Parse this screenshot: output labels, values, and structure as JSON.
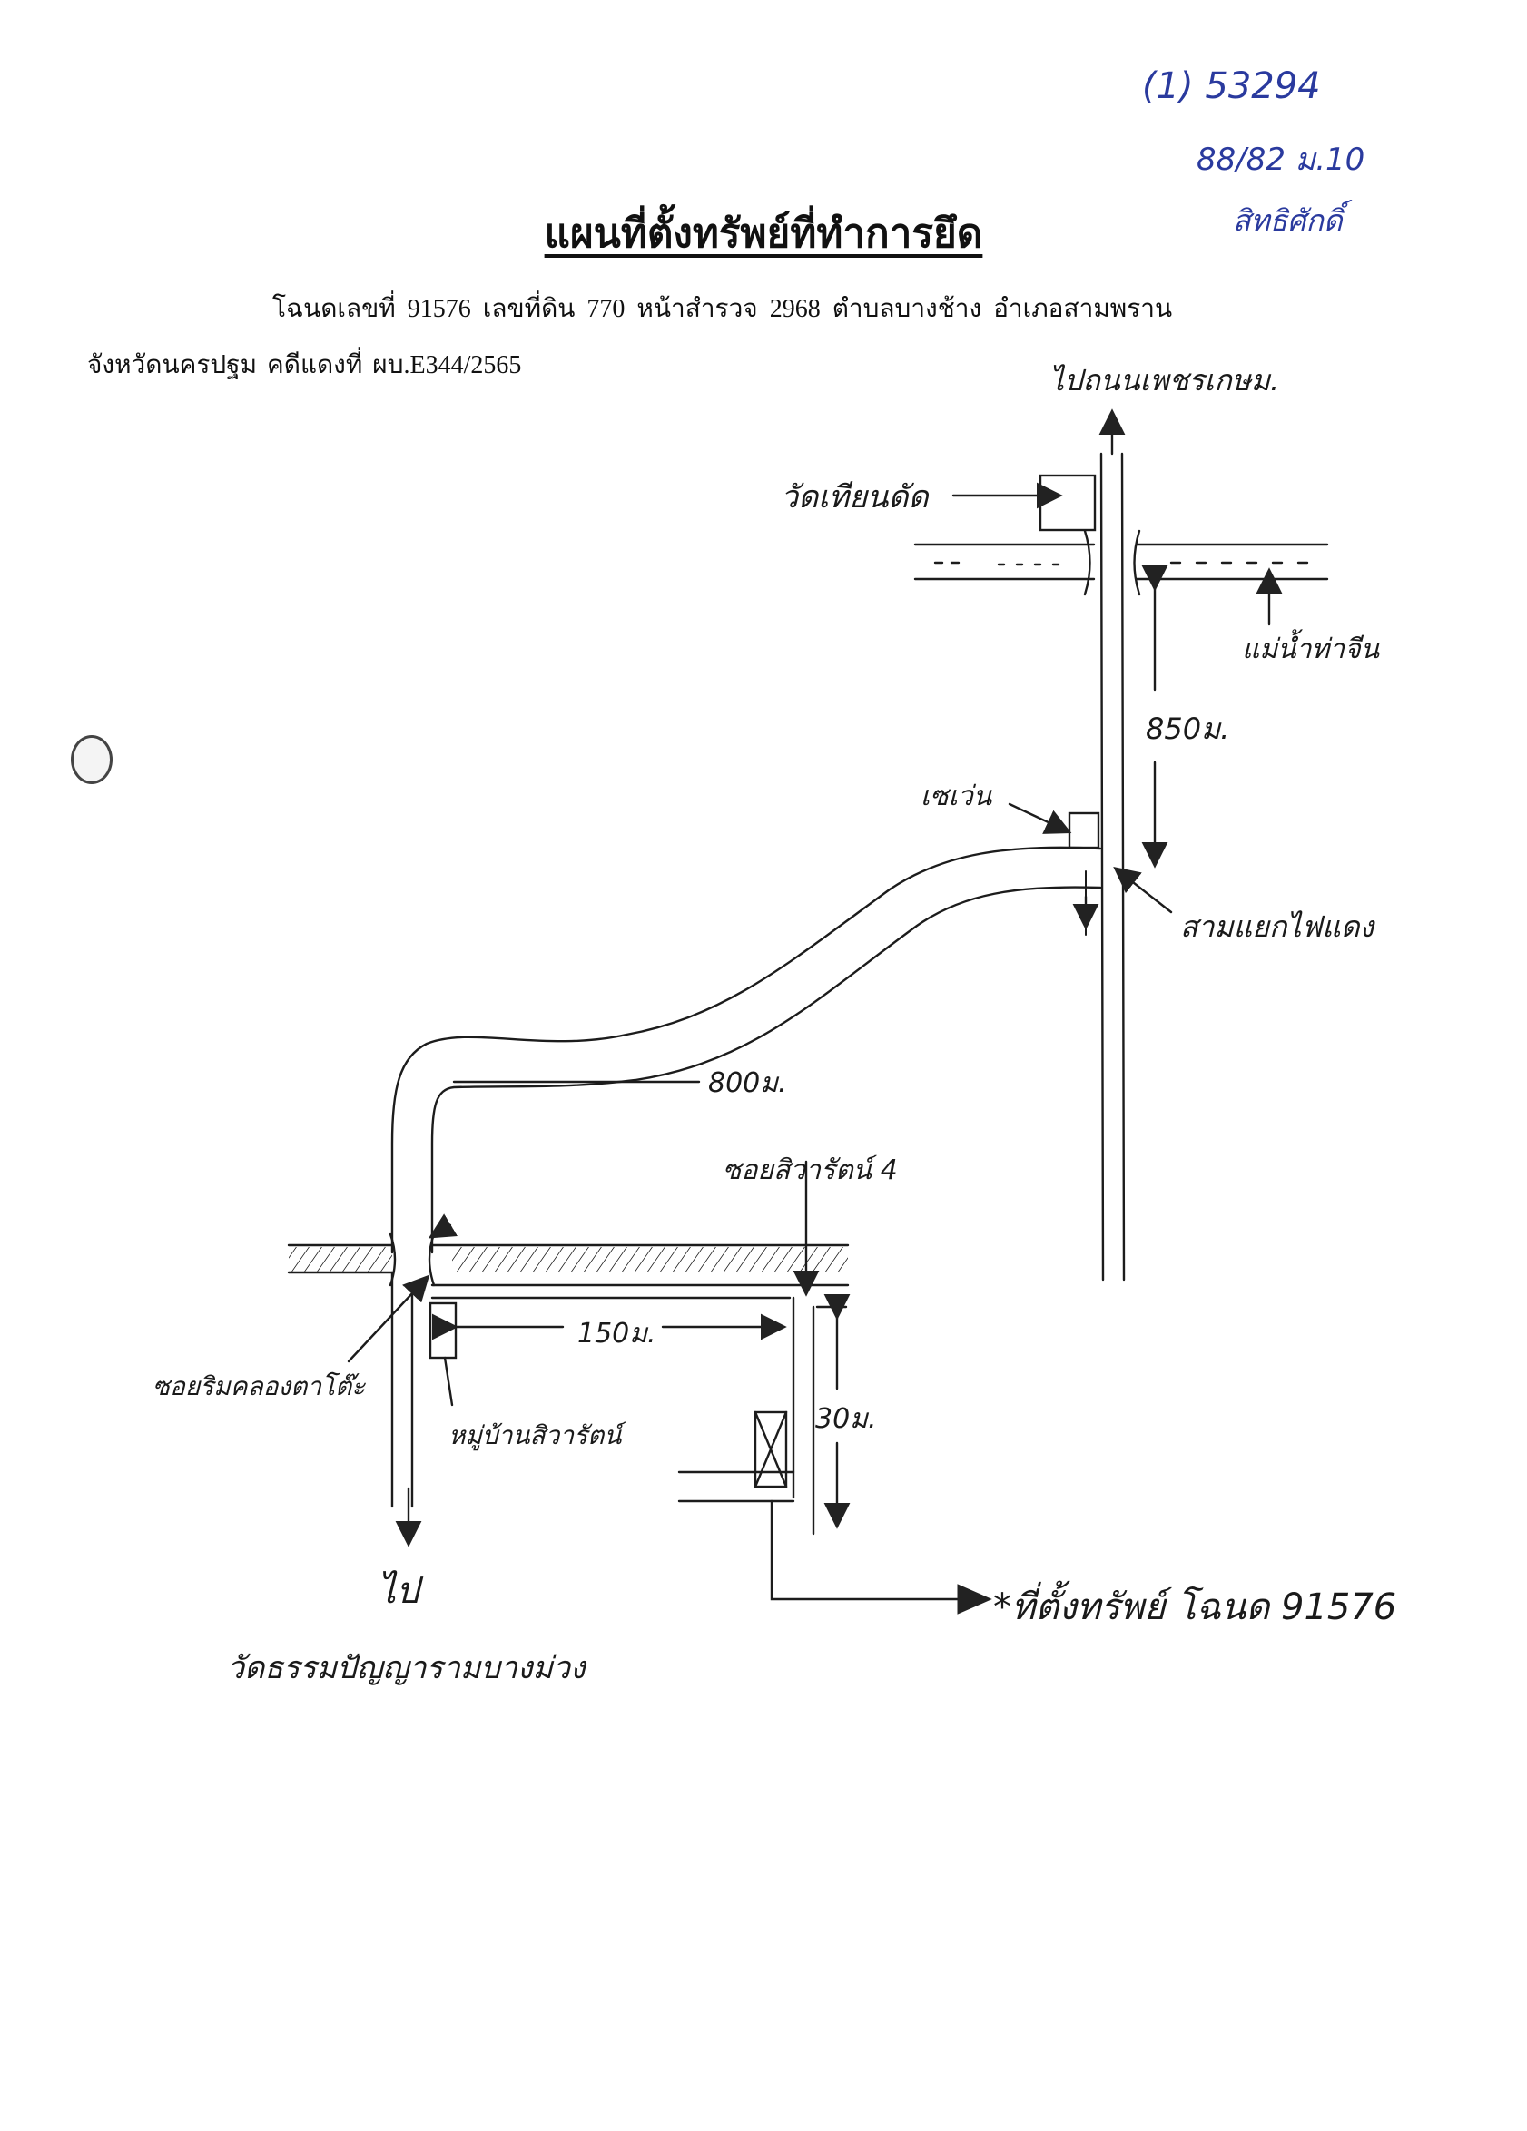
{
  "header": {
    "stamp_number": "(1) 53294",
    "stamp_ref": "88/82 ม.10",
    "stamp_signature": "สิทธิศักดิ์",
    "title": "แผนที่ตั้งทรัพย์ที่ทำการยึด",
    "deed_line": "โฉนดเลขที่  91576  เลขที่ดิน  770   หน้าสำรวจ  2968  ตำบลบางช้าง  อำเภอสามพราน",
    "case_line": "จังหวัดนครปฐม   คดีแดงที่ ผบ.E344/2565"
  },
  "map": {
    "labels": {
      "to_road_top": "ไปถนนเพชรเกษม.",
      "temple_top": "วัดเทียนดัด",
      "river": "แม่น้ำท่าจีน",
      "distance_850": "850ม.",
      "shop": "เซเว่น",
      "junction": "สามแยกไฟแดง",
      "distance_800": "800ม.",
      "soi_4": "ซอยสิวารัตน์ 4",
      "soi_canal": "ซอยริมคลองตาโต๊ะ",
      "distance_150": "150ม.",
      "distance_30": "30ม.",
      "village": "หมู่บ้านสิวารัตน์",
      "to_bottom": "ไป",
      "temple_bottom": "วัดธรรมปัญญารามบางม่วง",
      "property": "*ที่ตั้งทรัพย์ โฉนด 91576"
    }
  }
}
